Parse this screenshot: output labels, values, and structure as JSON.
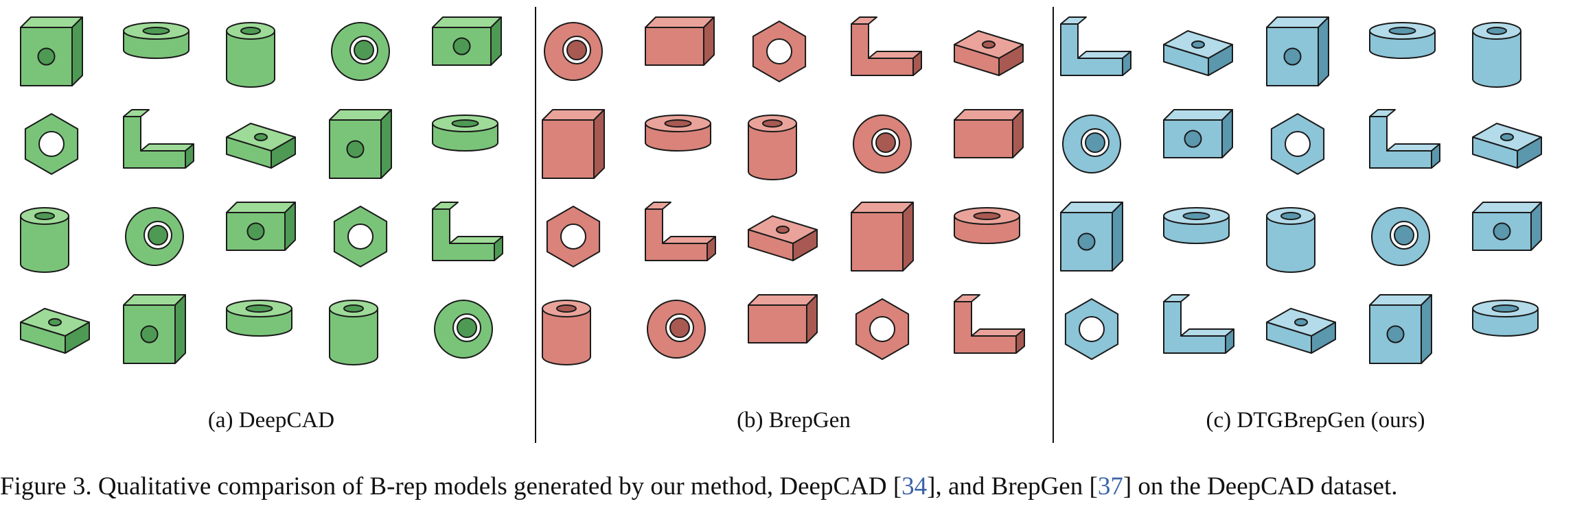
{
  "panels": [
    {
      "caption": "(a) DeepCAD",
      "color_face": "#7ac47a",
      "color_top": "#9edb98",
      "color_side": "#4e9a54"
    },
    {
      "caption": "(b) BrepGen",
      "color_face": "#d9837a",
      "color_top": "#eaa39a",
      "color_side": "#a85a52"
    },
    {
      "caption": "(c) DTGBrepGen (ours)",
      "color_face": "#8cc4d8",
      "color_top": "#b3dbe9",
      "color_side": "#5b97ad"
    }
  ],
  "caption": {
    "prefix": "Figure 3. Qualitative comparison of B-rep models generated by our method, DeepCAD [",
    "ref1": "34",
    "mid": "], and BrepGen [",
    "ref2": "37",
    "suffix": "] on the DeepCAD dataset.",
    "ref_color": "#3b63a8"
  }
}
